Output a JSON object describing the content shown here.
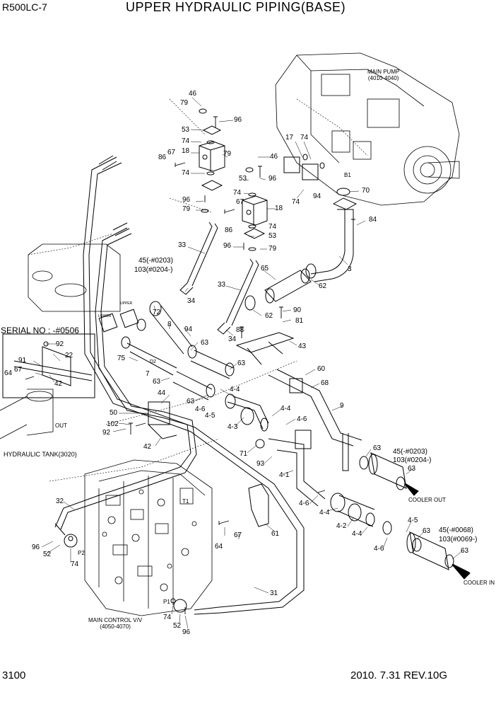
{
  "header": {
    "model": "R500LC-7",
    "title": "UPPER HYDRAULIC PIPING(BASE)"
  },
  "footer": {
    "page": "3100",
    "revision": "2010. 7.31  REV.10G"
  },
  "serial": "SERIAL NO : -#0506",
  "captions": {
    "main_pump": [
      "MAIN PUMP",
      "(4010-4040)"
    ],
    "tank": "HYDRAULIC TANK(3020)",
    "mcv": [
      "MAIN CONTROL V/V",
      "(4050-4070)"
    ],
    "cooler_out": "COOLER OUT",
    "cooler_in": "COOLER IN",
    "out": "OUT",
    "lower": "LOWER",
    "upper": "UPPER",
    "b1": "B1",
    "p1": "P1",
    "p2": "P2",
    "t1": "T1",
    "d2": "D2"
  },
  "parts": [
    {
      "n": "46"
    },
    {
      "n": "79"
    },
    {
      "n": "96"
    },
    {
      "n": "53"
    },
    {
      "n": "74"
    },
    {
      "n": "86"
    },
    {
      "n": "67"
    },
    {
      "n": "18"
    },
    {
      "n": "74"
    },
    {
      "n": "79"
    },
    {
      "n": "46"
    },
    {
      "n": "53"
    },
    {
      "n": "96"
    },
    {
      "n": "79"
    },
    {
      "n": "96"
    },
    {
      "n": "74"
    },
    {
      "n": "67"
    },
    {
      "n": "18"
    },
    {
      "n": "86"
    },
    {
      "n": "74"
    },
    {
      "n": "53"
    },
    {
      "n": "96"
    },
    {
      "n": "79"
    },
    {
      "n": "17"
    },
    {
      "n": "74"
    },
    {
      "n": "74"
    },
    {
      "n": "94"
    },
    {
      "n": "70"
    },
    {
      "n": "84"
    },
    {
      "n": "3"
    },
    {
      "n": "33"
    },
    {
      "n": "34"
    },
    {
      "n": "33"
    },
    {
      "n": "34"
    },
    {
      "n": "65"
    },
    {
      "n": "62"
    },
    {
      "n": "62"
    },
    {
      "n": "90"
    },
    {
      "n": "81"
    },
    {
      "n": "88"
    },
    {
      "n": "43"
    },
    {
      "n": "45(-#0203)"
    },
    {
      "n": "103(#0204-)"
    },
    {
      "n": "72"
    },
    {
      "n": "8"
    },
    {
      "n": "94"
    },
    {
      "n": "63"
    },
    {
      "n": "75"
    },
    {
      "n": "7"
    },
    {
      "n": "63"
    },
    {
      "n": "63"
    },
    {
      "n": "44"
    },
    {
      "n": "4-4"
    },
    {
      "n": "63"
    },
    {
      "n": "4-6"
    },
    {
      "n": "4-5"
    },
    {
      "n": "60"
    },
    {
      "n": "68"
    },
    {
      "n": "9"
    },
    {
      "n": "50"
    },
    {
      "n": "102"
    },
    {
      "n": "92"
    },
    {
      "n": "42"
    },
    {
      "n": "4-3"
    },
    {
      "n": "4-4"
    },
    {
      "n": "4-6"
    },
    {
      "n": "71"
    },
    {
      "n": "93"
    },
    {
      "n": "4-1"
    },
    {
      "n": "63"
    },
    {
      "n": "45(-#0203)"
    },
    {
      "n": "103(#0204-)"
    },
    {
      "n": "63"
    },
    {
      "n": "92"
    },
    {
      "n": "22"
    },
    {
      "n": "91"
    },
    {
      "n": "67"
    },
    {
      "n": "64"
    },
    {
      "n": "42"
    },
    {
      "n": "32"
    },
    {
      "n": "96"
    },
    {
      "n": "52"
    },
    {
      "n": "74"
    },
    {
      "n": "4-6"
    },
    {
      "n": "4-4"
    },
    {
      "n": "4-2"
    },
    {
      "n": "4-4"
    },
    {
      "n": "4-5"
    },
    {
      "n": "63"
    },
    {
      "n": "45(-#0068)"
    },
    {
      "n": "103(#0069-)"
    },
    {
      "n": "4-6"
    },
    {
      "n": "63"
    },
    {
      "n": "64"
    },
    {
      "n": "67"
    },
    {
      "n": "61"
    },
    {
      "n": "31"
    },
    {
      "n": "74"
    },
    {
      "n": "52"
    },
    {
      "n": "96"
    }
  ]
}
